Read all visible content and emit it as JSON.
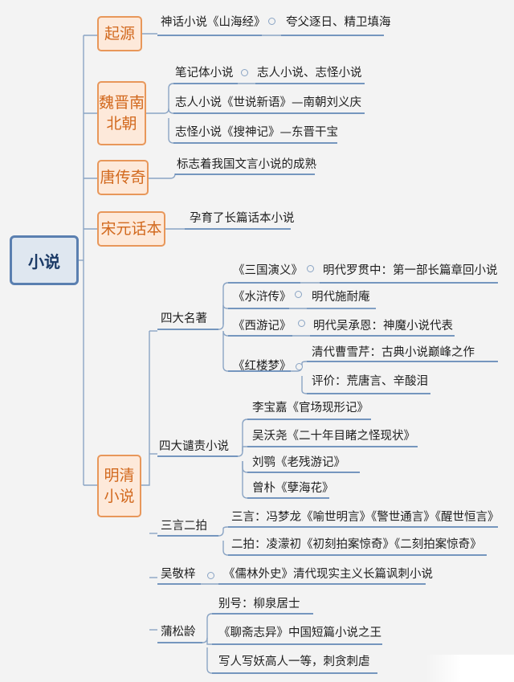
{
  "root": "小说",
  "categories": [
    {
      "lines": [
        "起源"
      ]
    },
    {
      "lines": [
        "魏晋南",
        "北朝"
      ]
    },
    {
      "lines": [
        "唐传奇"
      ]
    },
    {
      "lines": [
        "宋元话本"
      ]
    },
    {
      "lines": [
        "明清",
        "小说"
      ]
    }
  ],
  "qiyuan": {
    "item": "神话小说《山海经》",
    "detail": "夸父逐日、精卫填海"
  },
  "weijin": {
    "item": "笔记体小说",
    "detail": "志人小说、志怪小说",
    "zhiren": "志人小说《世说新语》—南朝刘义庆",
    "zhiguai": "志怪小说《搜神记》—东晋干宝"
  },
  "tang": "标志着我国文言小说的成熟",
  "song": "孕育了长篇话本小说",
  "mingqing": {
    "sida": {
      "label": "四大名著",
      "books": [
        {
          "title": "《三国演义》",
          "detail": "明代罗贯中：第一部长篇章回小说"
        },
        {
          "title": "《水浒传》",
          "detail": "明代施耐庵"
        },
        {
          "title": "《西游记》",
          "detail": "明代吴承恩：神魔小说代表"
        },
        {
          "title": "《红楼梦》",
          "detail": "清代曹雪芹：古典小说巅峰之作",
          "detail2": "评价：荒唐言、辛酸泪"
        }
      ]
    },
    "qianze": {
      "label": "四大谴责小说",
      "items": [
        "李宝嘉《官场现形记》",
        "吴沃尧《二十年目睹之怪现状》",
        "刘鹗《老残游记》",
        "曾朴《孽海花》"
      ]
    },
    "sanyan": {
      "label": "三言二拍",
      "items": [
        "三言：冯梦龙《喻世明言》《警世通言》《醒世恒言》",
        "二拍：凌濛初《初刻拍案惊奇》《二刻拍案惊奇》"
      ]
    },
    "wu": {
      "label": "吴敬梓",
      "item": "《儒林外史》清代现实主义长篇讽刺小说"
    },
    "pu": {
      "label": "蒲松龄",
      "items": [
        "别号：柳泉居士",
        "《聊斋志异》中国短篇小说之王",
        "写人写妖高人一等，刺贪刺虐"
      ]
    }
  }
}
